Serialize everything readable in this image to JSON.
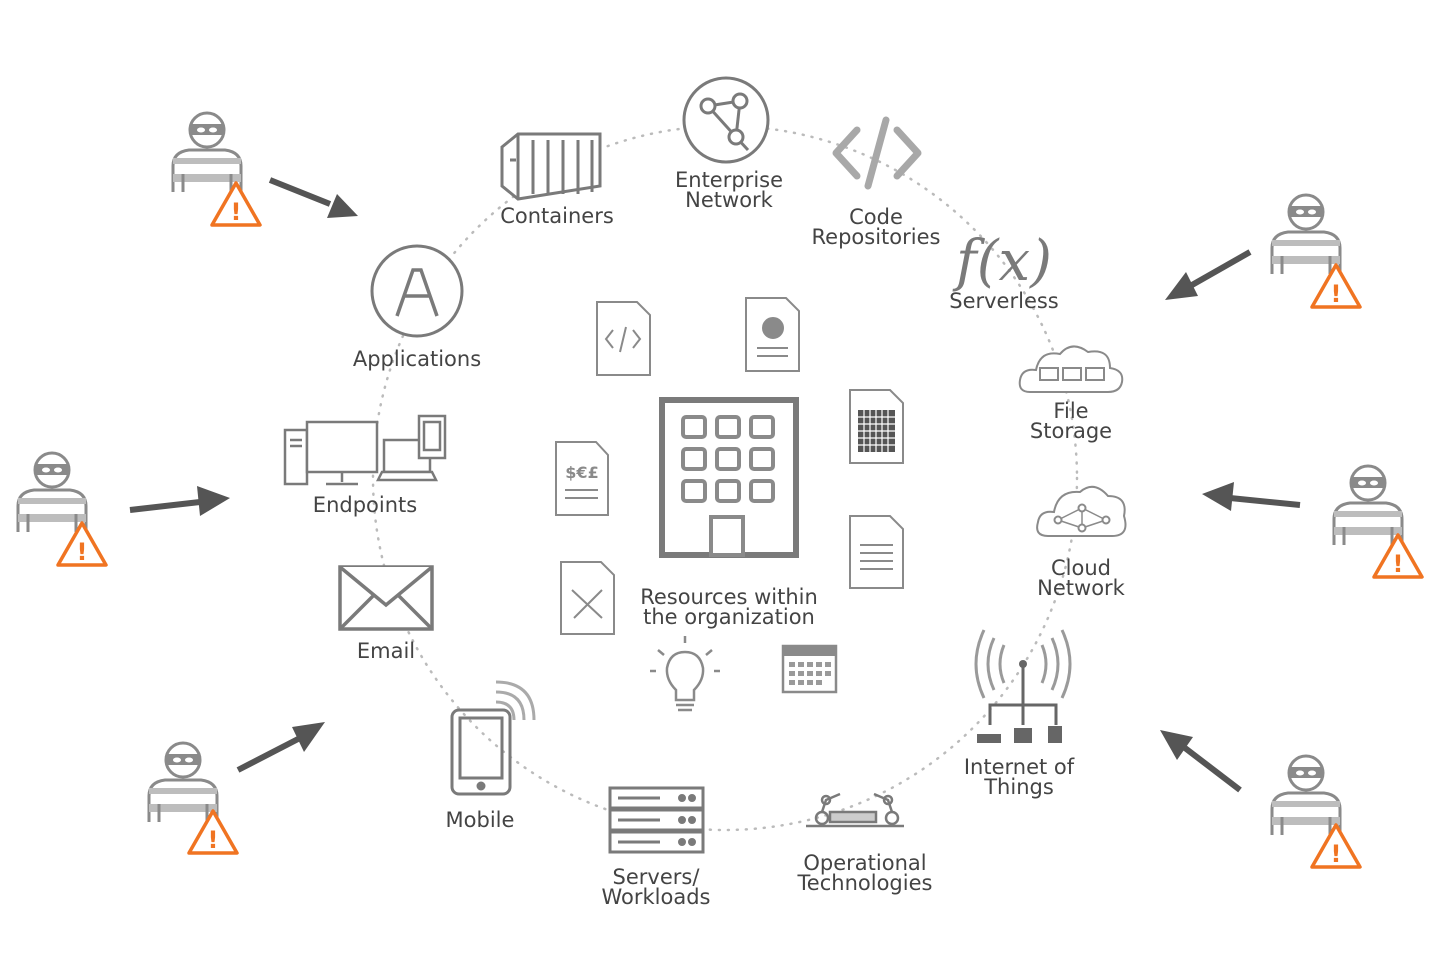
{
  "center": {
    "line1": "Resources within",
    "line2": "the organization"
  },
  "nodes": [
    {
      "id": "containers",
      "lines": [
        "Containers"
      ],
      "icon": "shipping-container-icon"
    },
    {
      "id": "enterprise-network",
      "lines": [
        "Enterprise",
        "Network"
      ],
      "icon": "network-globe-icon"
    },
    {
      "id": "code-repositories",
      "lines": [
        "Code",
        "Repositories"
      ],
      "icon": "code-brackets-icon"
    },
    {
      "id": "serverless",
      "lines": [
        "Serverless"
      ],
      "icon": "function-fx-icon",
      "icon_text": "f(x)"
    },
    {
      "id": "file-storage",
      "lines": [
        "File",
        "Storage"
      ],
      "icon": "cloud-storage-icon"
    },
    {
      "id": "cloud-network",
      "lines": [
        "Cloud",
        "Network"
      ],
      "icon": "cloud-network-icon"
    },
    {
      "id": "internet-of-things",
      "lines": [
        "Internet of",
        "Things"
      ],
      "icon": "iot-antenna-icon"
    },
    {
      "id": "operational-technologies",
      "lines": [
        "Operational",
        "Technologies"
      ],
      "icon": "robot-arm-icon"
    },
    {
      "id": "servers-workloads",
      "lines": [
        "Servers/",
        "Workloads"
      ],
      "icon": "server-rack-icon"
    },
    {
      "id": "mobile",
      "lines": [
        "Mobile"
      ],
      "icon": "tablet-icon"
    },
    {
      "id": "email",
      "lines": [
        "Email"
      ],
      "icon": "envelope-icon"
    },
    {
      "id": "endpoints",
      "lines": [
        "Endpoints"
      ],
      "icon": "computer-devices-icon"
    },
    {
      "id": "applications",
      "lines": [
        "Applications"
      ],
      "icon": "app-store-icon"
    }
  ],
  "documents": [
    {
      "icon": "code-file-icon"
    },
    {
      "icon": "report-file-icon"
    },
    {
      "icon": "spreadsheet-file-icon"
    },
    {
      "icon": "finance-file-icon",
      "text": "$€£"
    },
    {
      "icon": "text-file-icon"
    },
    {
      "icon": "design-file-icon"
    },
    {
      "icon": "lightbulb-icon"
    },
    {
      "icon": "calendar-icon"
    }
  ],
  "attackers": [
    {
      "icon": "attacker-icon",
      "warning_icon": "warning-icon",
      "warning_text": "!"
    }
  ],
  "colors": {
    "text": "#444444",
    "icon": "#8a8a8a",
    "arrow": "#555555",
    "warning": "#f07422",
    "dots": "#bbbbbb"
  }
}
